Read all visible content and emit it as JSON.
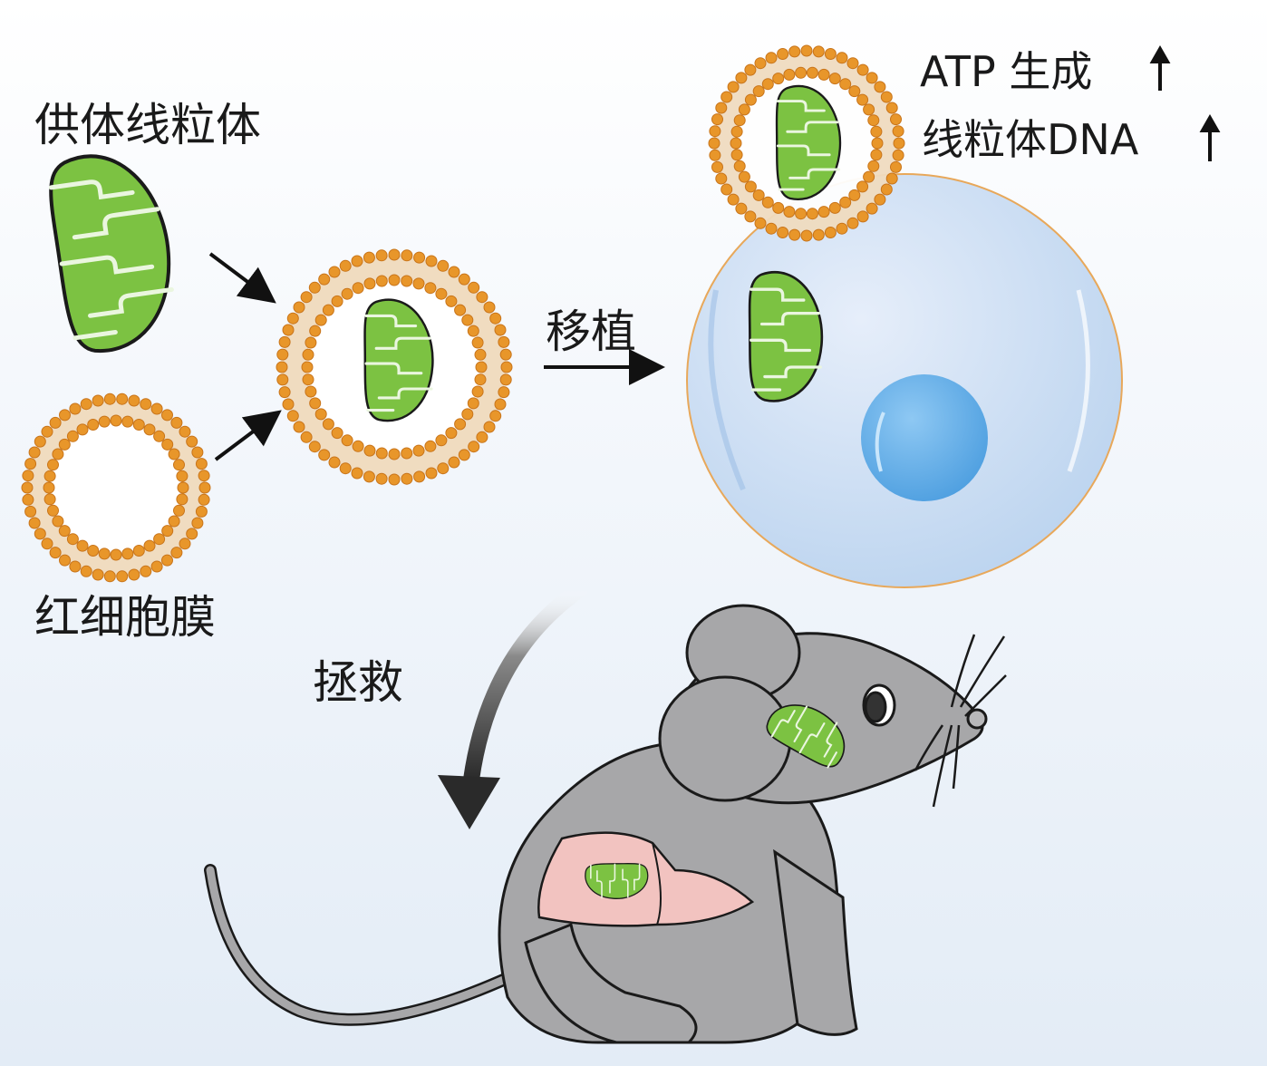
{
  "labels": {
    "donor_mito": "供体线粒体",
    "rbc_membrane": "红细胞膜",
    "transplant": "移植",
    "rescue": "拯救",
    "atp_generation": "ATP 生成",
    "mito_dna": "线粒体DNA"
  },
  "colors": {
    "mito_fill": "#7cc242",
    "mito_stroke": "#1a1a1a",
    "membrane_bead": "#e8962a",
    "cell_fill": "#cfe0f4",
    "nucleus_fill": "#6fb4ea",
    "mouse_fill": "#a7a7a9",
    "organ_fill": "#f2c3c0"
  },
  "icons": [
    "arrow-icon",
    "up-arrow-icon",
    "curved-arrow-icon"
  ]
}
